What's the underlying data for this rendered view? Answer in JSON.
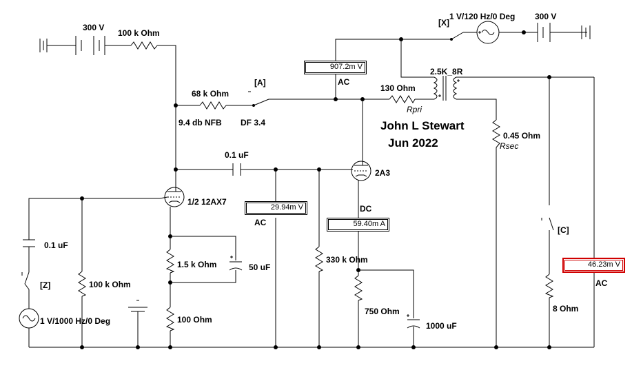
{
  "author": {
    "name": "John L Stewart",
    "date": "Jun 2022"
  },
  "sources": {
    "b300_left": "300 V",
    "b300_right": "300 V",
    "hum_source": "1 V/120 Hz/0 Deg",
    "signal_source": "1 V/1000 Hz/0 Deg"
  },
  "switches": {
    "x": "[X]",
    "a": "[A]",
    "c": "[C]",
    "z": "[Z]"
  },
  "components": {
    "r100k_top": "100 k Ohm",
    "r68k": "68 k Ohm",
    "nfb": "9.4 db NFB",
    "df": "DF 3.4",
    "c01_couple": "0.1 uF",
    "v12ax7": "1/2 12AX7",
    "r1k5": "1.5 k Ohm",
    "c50": "50 uF",
    "r100": "100  Ohm",
    "c01_in": "0.1 uF",
    "r100k_in": "100 k Ohm",
    "v2a3": "2A3",
    "r330k": "330 k Ohm",
    "r750": "750  Ohm",
    "c1000": "1000 uF",
    "r130": "130  Ohm",
    "rpri": "Rpri",
    "transformer": "2.5K_8R",
    "r045": "0.45  Ohm",
    "rsec": "Rsec",
    "r8": "8  Ohm"
  },
  "meters": {
    "m1": {
      "value": "907.2m V",
      "mode": "AC"
    },
    "m2": {
      "value": "29.94m V",
      "mode": "AC"
    },
    "m3": {
      "value": "59.40m A",
      "mode": "DC"
    },
    "m4": {
      "value": "46.23m V",
      "mode": "AC"
    }
  },
  "colors": {
    "wire": "#000000",
    "meter_highlight": "#d00000"
  }
}
